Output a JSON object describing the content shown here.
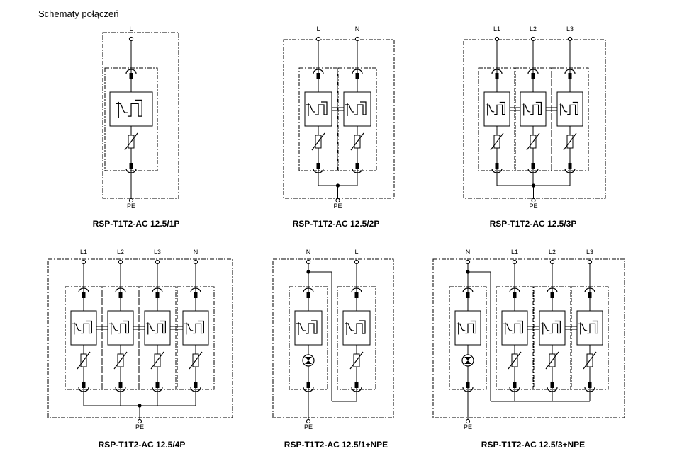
{
  "page": {
    "heading": "Schematy połączeń"
  },
  "diagrams": [
    {
      "id": "1p",
      "caption": "RSP-T1T2-AC 12.5/1P",
      "terminals": [
        "L"
      ],
      "ground": "PE"
    },
    {
      "id": "2p",
      "caption": "RSP-T1T2-AC 12.5/2P",
      "terminals": [
        "L",
        "N"
      ],
      "ground": "PE"
    },
    {
      "id": "3p",
      "caption": "RSP-T1T2-AC 12.5/3P",
      "terminals": [
        "L1",
        "L2",
        "L3"
      ],
      "ground": "PE"
    },
    {
      "id": "4p",
      "caption": "RSP-T1T2-AC 12.5/4P",
      "terminals": [
        "L1",
        "L2",
        "L3",
        "N"
      ],
      "ground": "PE"
    },
    {
      "id": "1npe",
      "caption": "RSP-T1T2-AC 12.5/1+NPE",
      "terminals": [
        "N",
        "L"
      ],
      "ground": "PE"
    },
    {
      "id": "3npe",
      "caption": "RSP-T1T2-AC 12.5/3+NPE",
      "terminals": [
        "N",
        "L1",
        "L2",
        "L3"
      ],
      "ground": "PE"
    }
  ],
  "colors": {
    "line": "#000000",
    "background": "#ffffff"
  }
}
